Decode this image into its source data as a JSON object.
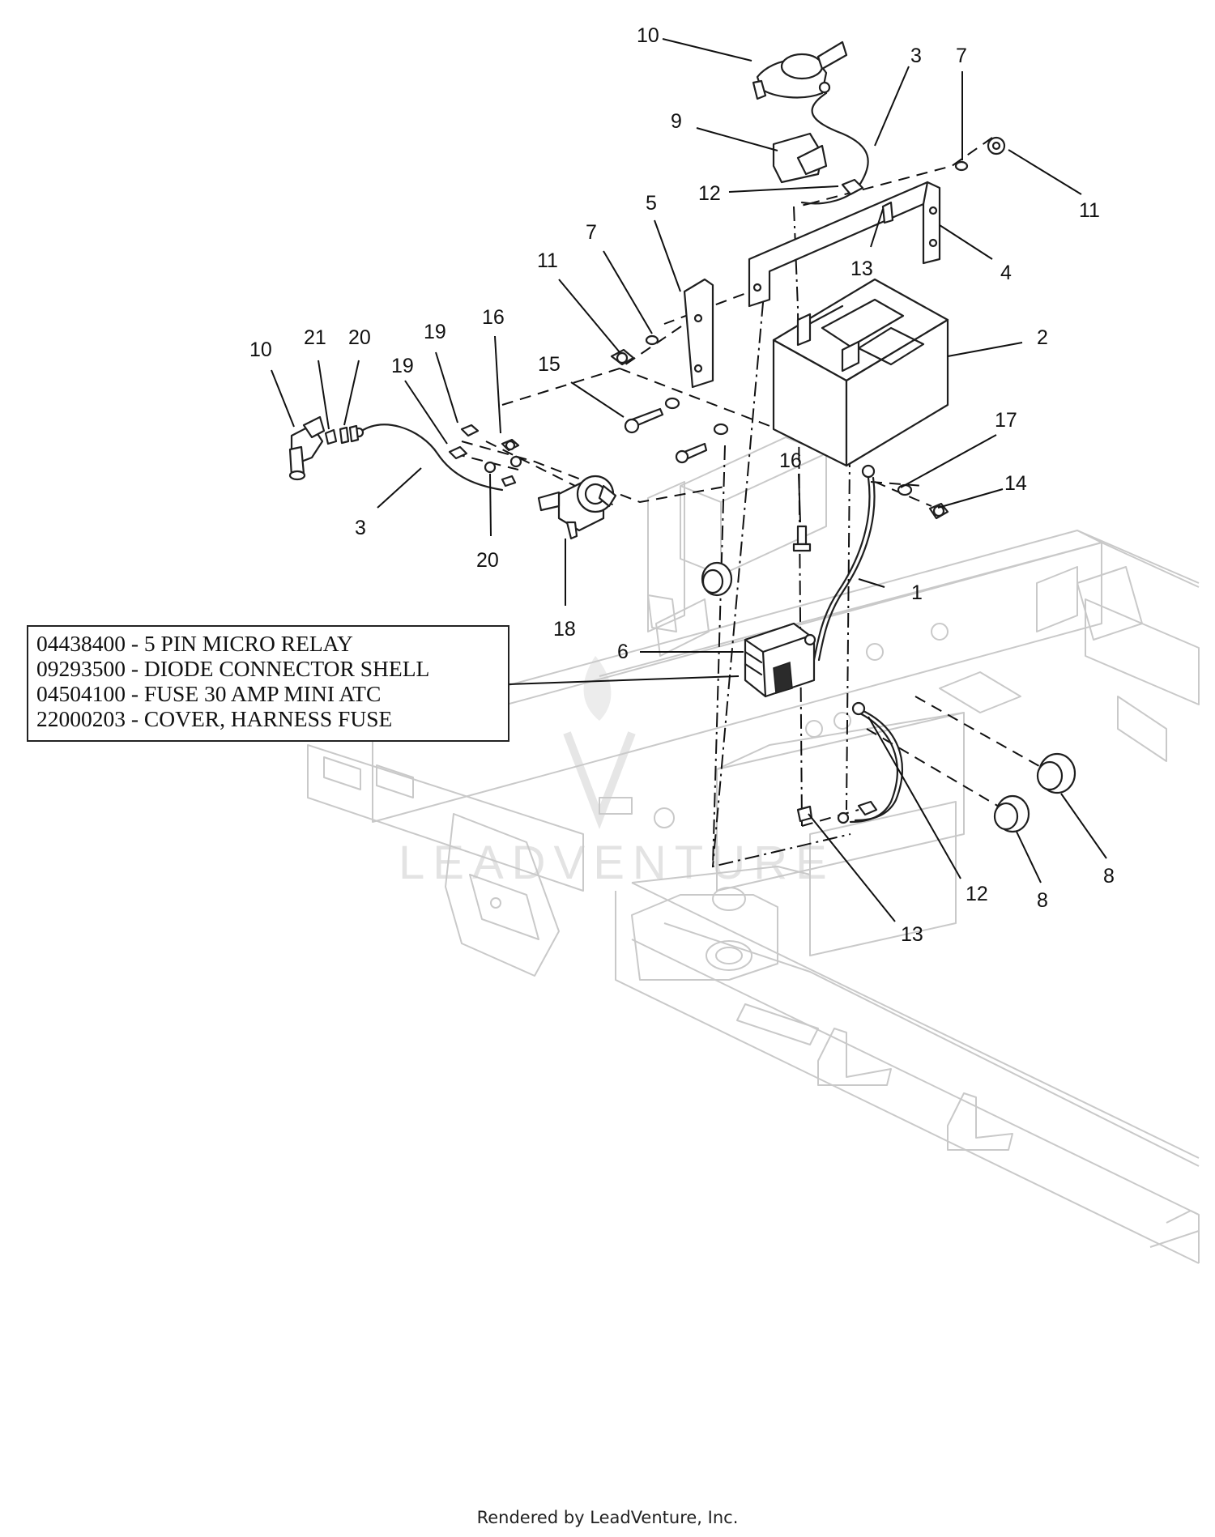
{
  "callouts": [
    {
      "id": "c1",
      "text": "10"
    },
    {
      "id": "c2",
      "text": "3"
    },
    {
      "id": "c3",
      "text": "7"
    },
    {
      "id": "c4",
      "text": "9"
    },
    {
      "id": "c5",
      "text": "11"
    },
    {
      "id": "c6",
      "text": "12"
    },
    {
      "id": "c7",
      "text": "5"
    },
    {
      "id": "c8",
      "text": "13"
    },
    {
      "id": "c9",
      "text": "4"
    },
    {
      "id": "c10",
      "text": "7"
    },
    {
      "id": "c11",
      "text": "11"
    },
    {
      "id": "c12",
      "text": "2"
    },
    {
      "id": "c13",
      "text": "16"
    },
    {
      "id": "c14",
      "text": "21"
    },
    {
      "id": "c15",
      "text": "20"
    },
    {
      "id": "c16",
      "text": "19"
    },
    {
      "id": "c17",
      "text": "10"
    },
    {
      "id": "c18",
      "text": "19"
    },
    {
      "id": "c19",
      "text": "15"
    },
    {
      "id": "c20",
      "text": "17"
    },
    {
      "id": "c21",
      "text": "14"
    },
    {
      "id": "c22",
      "text": "3"
    },
    {
      "id": "c23",
      "text": "16"
    },
    {
      "id": "c24",
      "text": "20"
    },
    {
      "id": "c25",
      "text": "1"
    },
    {
      "id": "c26",
      "text": "18"
    },
    {
      "id": "c27",
      "text": "6"
    },
    {
      "id": "c28",
      "text": "12"
    },
    {
      "id": "c29",
      "text": "8"
    },
    {
      "id": "c30",
      "text": "8"
    },
    {
      "id": "c31",
      "text": "13"
    }
  ],
  "parts_note": [
    "04438400 - 5 PIN MICRO RELAY",
    "09293500 - DIODE CONNECTOR SHELL",
    "04504100 - FUSE 30 AMP MINI ATC",
    "22000203 - COVER, HARNESS FUSE"
  ],
  "watermark": "LEADVENTURE",
  "footer": "Rendered by LeadVenture, Inc."
}
